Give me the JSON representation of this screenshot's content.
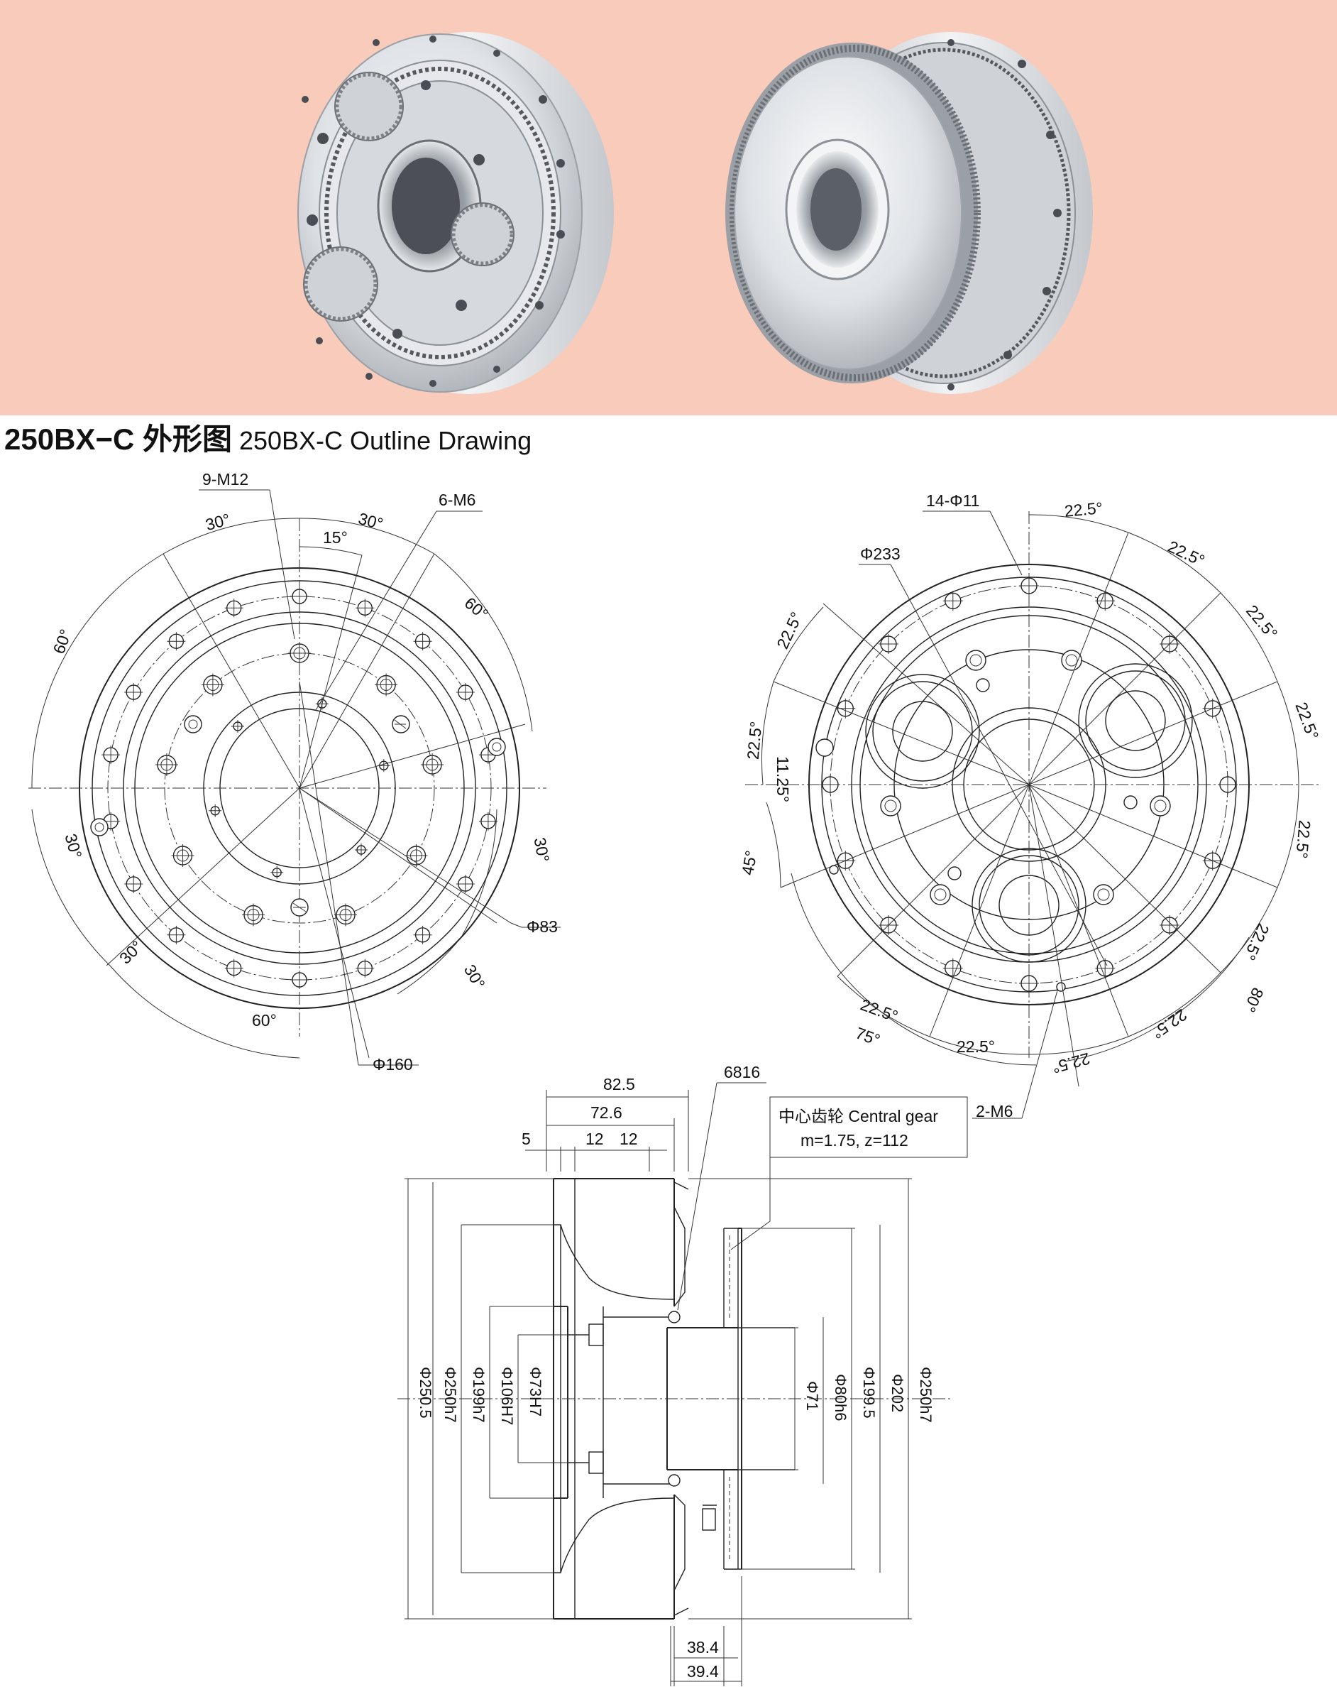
{
  "title": {
    "model": "250BX−C 外形图",
    "english": "250BX-C Outline Drawing"
  },
  "colors": {
    "photo_band": "#f8cbbb",
    "metal_light": "#eceef0",
    "metal_mid": "#c9cdd2",
    "metal_dark": "#8c9197",
    "line": "#222222"
  },
  "photos": {
    "left": "reducer-front-photo",
    "right": "reducer-back-photo"
  },
  "front_view": {
    "labels": {
      "holes_m12": "9-M12",
      "holes_m6": "6-M6",
      "dia_83": "Φ83",
      "dia_160": "Φ160",
      "ang_30_top_left": "30°",
      "ang_30_top_right": "30°",
      "ang_15": "15°",
      "ang_60_right": "60°",
      "ang_60_left": "60°",
      "ang_30_left": "30°",
      "ang_30_right": "30°",
      "ang_30_bottom_left": "30°",
      "ang_30_bottom_right": "30°",
      "ang_60_bottom": "60°"
    }
  },
  "rear_view": {
    "labels": {
      "holes_d11": "14-Φ11",
      "dia_233": "Φ233",
      "holes_m6": "2-M6",
      "a_22_5_top": "22.5°",
      "a_22_5_tr1": "22.5°",
      "a_22_5_tr2": "22.5°",
      "a_22_5_right1": "22.5°",
      "a_22_5_right2": "22.5°",
      "a_22_5_br1": "22.5°",
      "a_22_5_br2": "22.5°",
      "a_22_5_bottom1": "22.5°",
      "a_22_5_bottom2": "22.5°",
      "a_22_5_bottom3": "22.5°",
      "a_22_5_left1": "22.5°",
      "a_22_5_left2": "22.5°",
      "a_11_25": "11.25°",
      "a_45": "45°",
      "a_75": "75°",
      "a_80": "80°"
    }
  },
  "side_view": {
    "labels": {
      "len_82_5": "82.5",
      "len_72_6": "72.6",
      "len_5": "5",
      "len_12a": "12",
      "len_12b": "12",
      "bearing": "6816",
      "gear_title": "中心齿轮 Central gear",
      "gear_spec": "m=1.75, z=112",
      "len_38_4": "38.4",
      "len_39_4": "39.4",
      "d_250_5": "Φ250.5",
      "d_250h7_left": "Φ250h7",
      "d_199h7": "Φ199h7",
      "d_106h7": "Φ106H7",
      "d_73h7": "Φ73H7",
      "d_71": "Φ71",
      "d_80h6": "Φ80h6",
      "d_199_5": "Φ199.5",
      "d_202": "Φ202",
      "d_250h7_right": "Φ250h7"
    }
  }
}
